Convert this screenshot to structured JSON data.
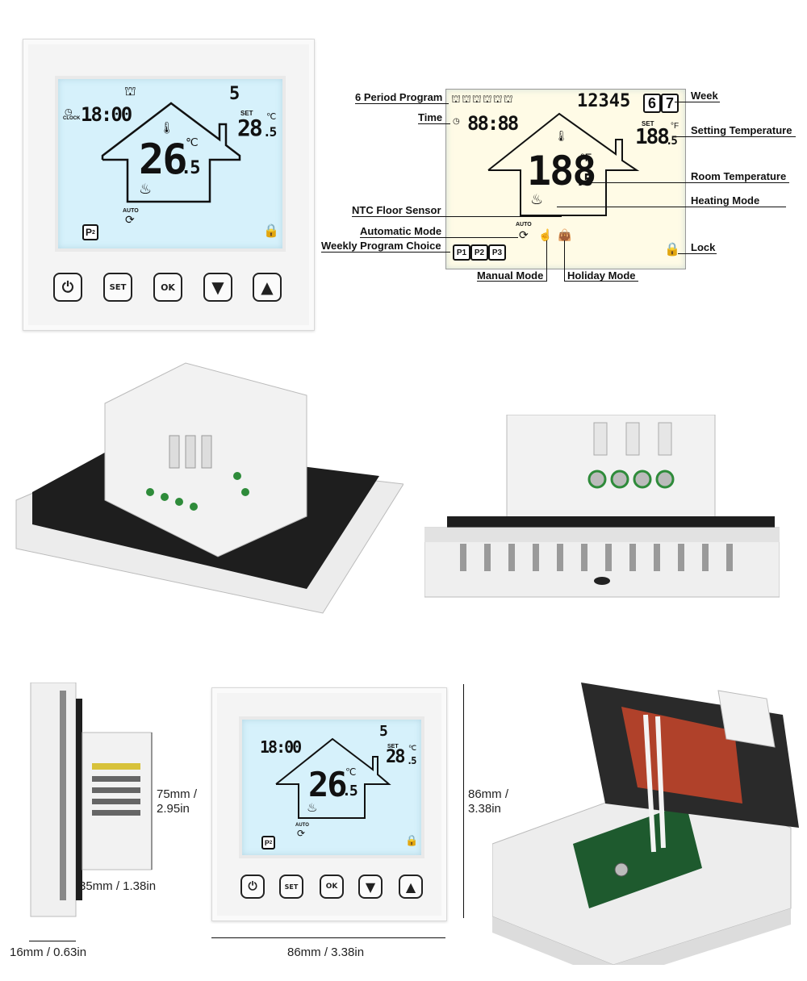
{
  "panel_top": {
    "clock": "18:00",
    "clock_sub": "CLOCK",
    "day": "5",
    "set_label": "SET",
    "set_temp": "28",
    "set_decimal": ".5",
    "set_unit": "℃",
    "room_temp": "26",
    "room_decimal": ".5",
    "room_unit": "℃",
    "auto_label": "AUTO",
    "program": "P",
    "program_sub": "2",
    "buttons": {
      "power": "⏻",
      "set": "SET",
      "ok": "OK",
      "down": "▼",
      "up": "▲"
    }
  },
  "diagram": {
    "week_digits": "12345",
    "week_6": "6",
    "week_7": "7",
    "time_digits": "88:88",
    "set_label": "SET",
    "set_digits": "188",
    "set_decimal": ".5",
    "set_unit": "°F",
    "room_digits": "188",
    "room_decimal": ".5",
    "room_unit": "°F",
    "auto_label": "AUTO",
    "p1": "P1",
    "p2": "P2",
    "p3": "P3",
    "labels": {
      "six_period": "6 Period Program",
      "time": "Time",
      "week": "Week",
      "setting_temp": "Setting Temperature",
      "room_temp": "Room Temperature",
      "heating_mode": "Heating Mode",
      "ntc": "NTC Floor Sensor",
      "auto_mode": "Automatic Mode",
      "weekly_prog": "Weekly Program Choice",
      "lock": "Lock",
      "manual_mode": "Manual Mode",
      "holiday_mode": "Holiday Mode"
    }
  },
  "dimensions": {
    "depth_total": "16mm / 0.63in",
    "body_height_1": "75mm /",
    "body_height_2": "2.95in",
    "body_depth": "35mm / 1.38in",
    "front_height_1": "86mm /",
    "front_height_2": "3.38in",
    "front_width": "86mm / 3.38in"
  },
  "panel_bottom": {
    "clock": "18:00",
    "day": "5",
    "set_label": "SET",
    "set_temp": "28",
    "set_decimal": ".5",
    "set_unit": "℃",
    "room_temp": "26",
    "room_decimal": ".5",
    "room_unit": "℃",
    "auto_label": "AUTO",
    "program": "P",
    "program_sub": "2",
    "buttons": {
      "power": "⏻",
      "set": "SET",
      "ok": "OK",
      "down": "▼",
      "up": "▲"
    }
  }
}
